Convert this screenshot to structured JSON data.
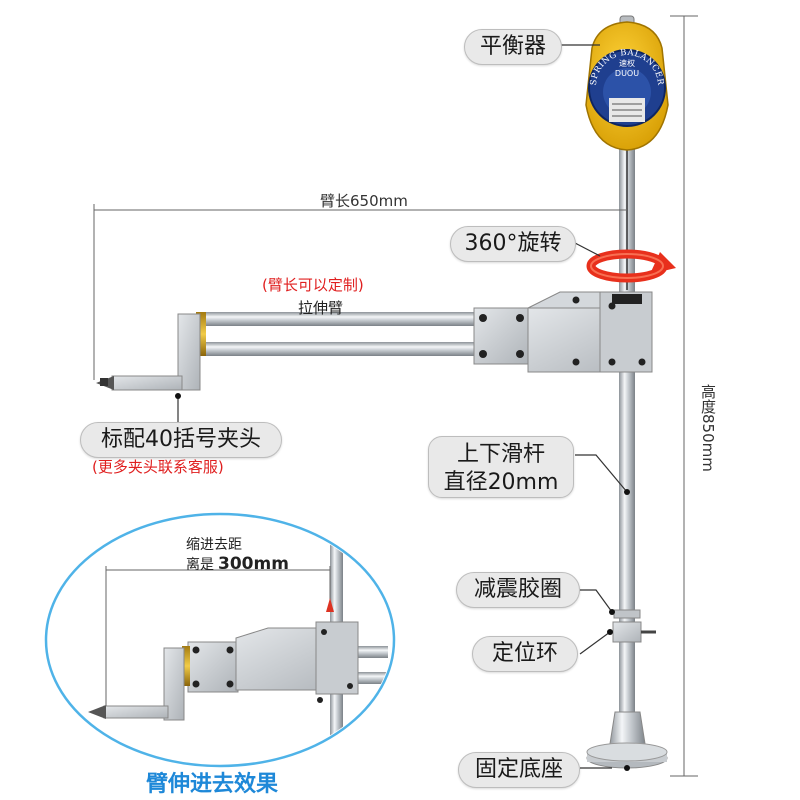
{
  "labels": {
    "balancer": "平衡器",
    "arm_length": "臂长650mm",
    "rotation": "360°旋转",
    "custom_arm": "(臂长可以定制)",
    "extension_arm": "拉伸臂",
    "clamp": "标配40括号夹头",
    "clamp_note": "(更多夹头联系客服)",
    "slide_rod_line1": "上下滑杆",
    "slide_rod_line2": "直径20mm",
    "damping_ring": "减震胶圈",
    "positioning_ring": "定位环",
    "base": "固定底座",
    "height": "高度850mm",
    "retract_line1": "缩进去距",
    "retract_line2_prefix": "离是",
    "retract_value": "300mm",
    "retract_effect": "臂伸进去效果"
  },
  "balancer_text": {
    "brand": "SPRING BALANCER",
    "logo": "DUOU",
    "cn_brand": "速权"
  },
  "colors": {
    "balancer_yellow": "#f2b705",
    "balancer_blue": "#1f3f8f",
    "steel": "#c9ced3",
    "accent_red": "#e02020",
    "accent_blue": "#1e88d8",
    "ellipse_border": "#4fb3e8"
  }
}
